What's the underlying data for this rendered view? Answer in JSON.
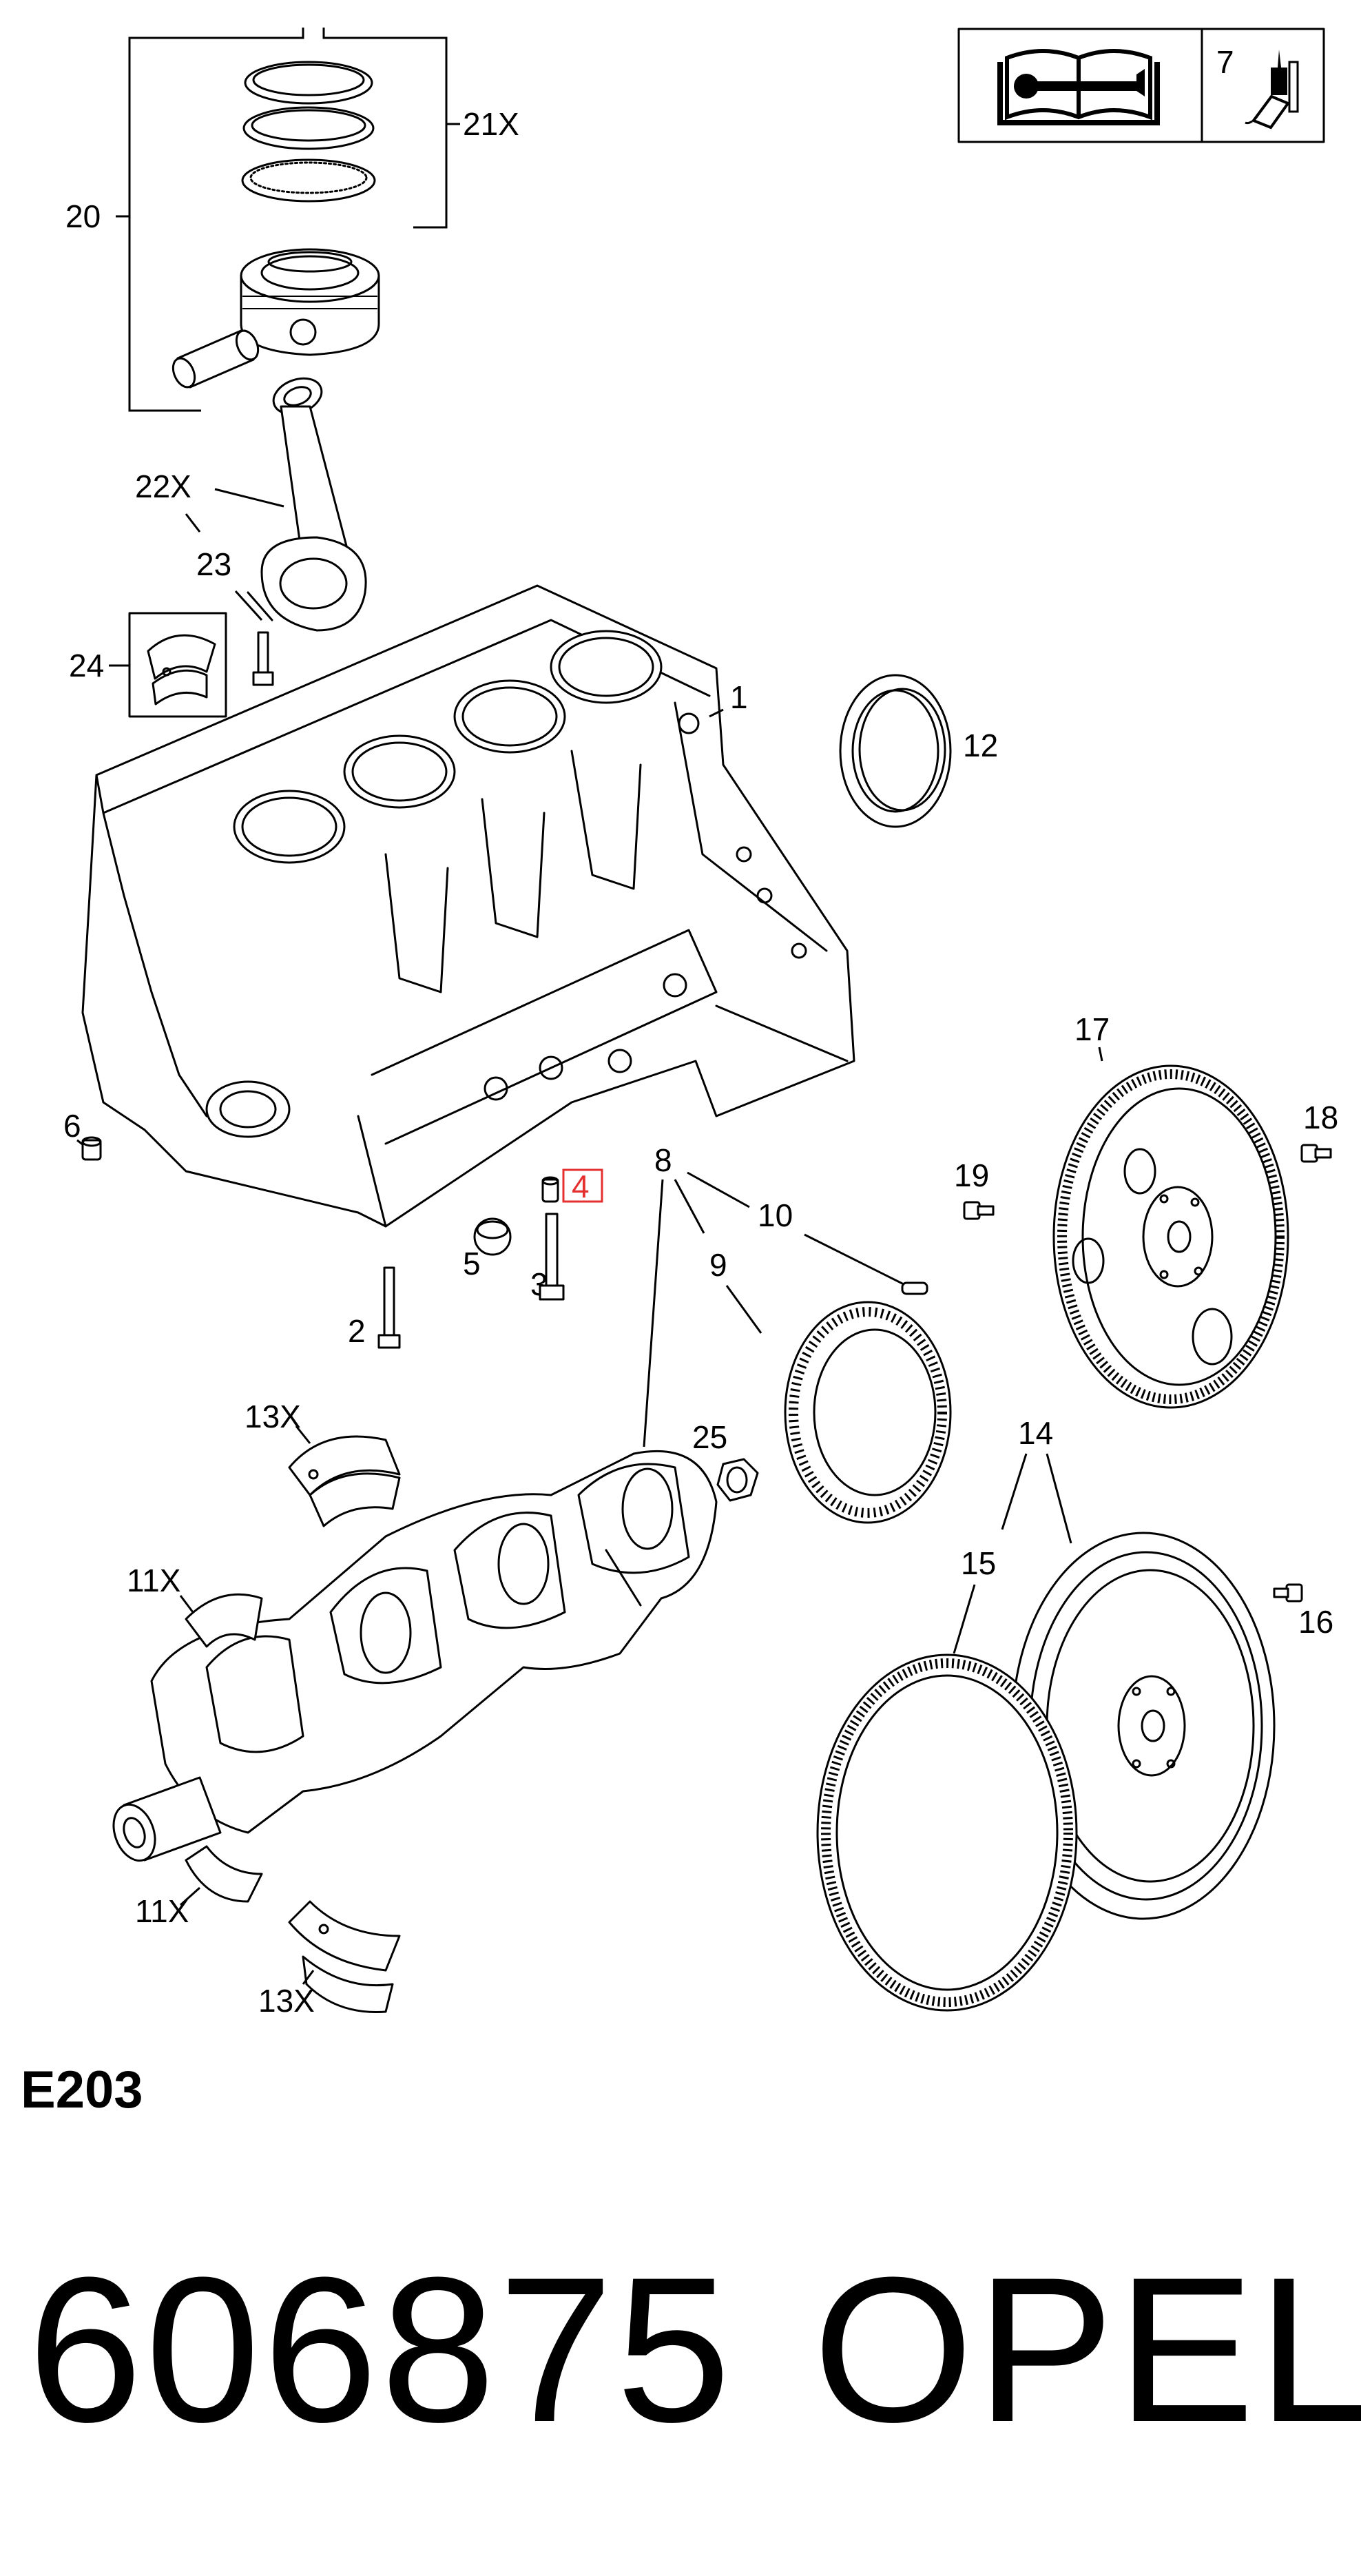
{
  "callouts": {
    "c1": "1",
    "c2": "2",
    "c3": "3",
    "c4": "4",
    "c5": "5",
    "c6": "6",
    "c7": "7",
    "c8": "8",
    "c9": "9",
    "c10": "10",
    "c11a": "11X",
    "c11b": "11X",
    "c12": "12",
    "c13a": "13X",
    "c13b": "13X",
    "c14": "14",
    "c15": "15",
    "c16": "16",
    "c17": "17",
    "c18": "18",
    "c19": "19",
    "c20": "20",
    "c21": "21X",
    "c22": "22X",
    "c23": "23",
    "c24": "24",
    "c25": "25"
  },
  "highlight_callout": "4",
  "highlight_color": "#e53030",
  "icons": [
    "manual-wrench-icon",
    "sealant-tube-icon"
  ],
  "footer": {
    "code": "E203",
    "part_number": "606875",
    "brand": "OPEL"
  }
}
